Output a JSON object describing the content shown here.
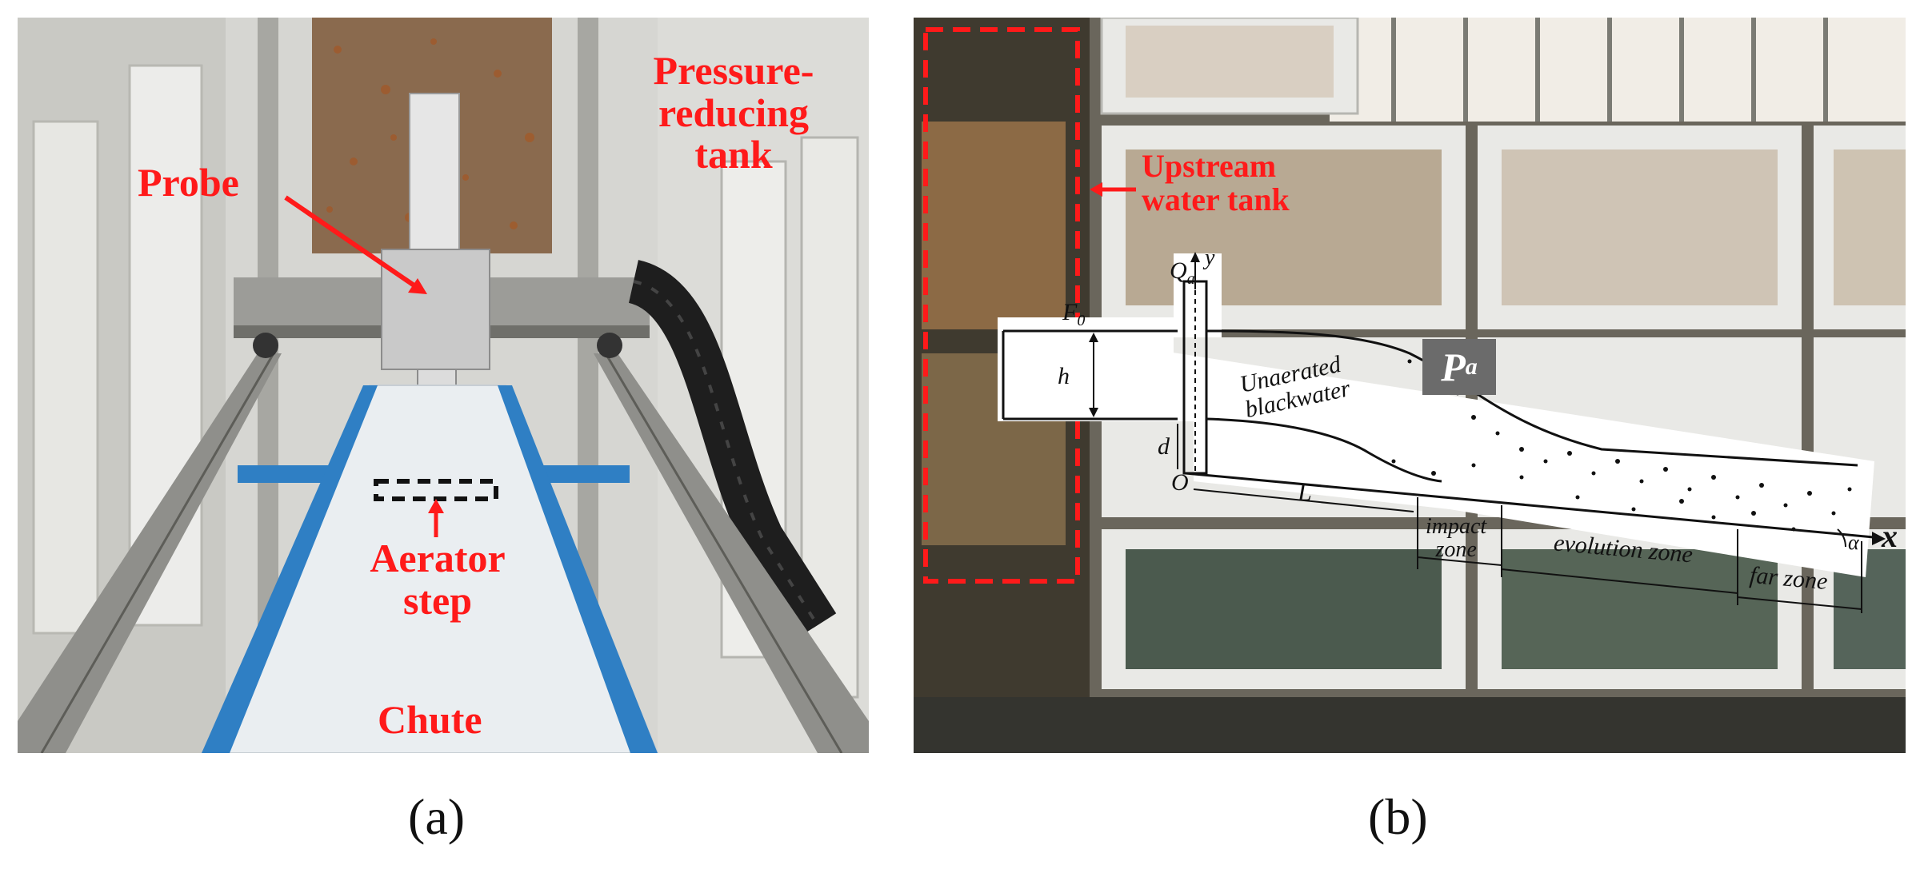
{
  "panel_a": {
    "caption": "(a)",
    "labels": {
      "probe": "Probe",
      "tank_line1": "Pressure-",
      "tank_line2": "reducing",
      "tank_line3": "tank",
      "aerator_line1": "Aerator",
      "aerator_line2": "step",
      "chute": "Chute"
    }
  },
  "panel_b": {
    "caption": "(b)",
    "labels": {
      "upstream_line1": "Upstream",
      "upstream_line2": "water tank"
    },
    "diagram": {
      "f0": "F",
      "f0_sub": "0",
      "qa": "Q",
      "qa_sub": "a",
      "y_axis": "y",
      "x_axis": "x",
      "h": "h",
      "d": "d",
      "origin": "O",
      "length": "L",
      "unaerated_line1": "Unaerated",
      "unaerated_line2": "blackwater",
      "pa": "P",
      "pa_sub": "a",
      "impact_line1": "impact",
      "impact_line2": "zone",
      "evolution": "evolution zone",
      "far": "far zone",
      "alpha": "α"
    }
  },
  "colors": {
    "annotation_red": "#ff1a1a",
    "chute_blue": "#2f7fc4",
    "frame_white": "#e9e9e6",
    "window_glass": "#f3eadf"
  }
}
